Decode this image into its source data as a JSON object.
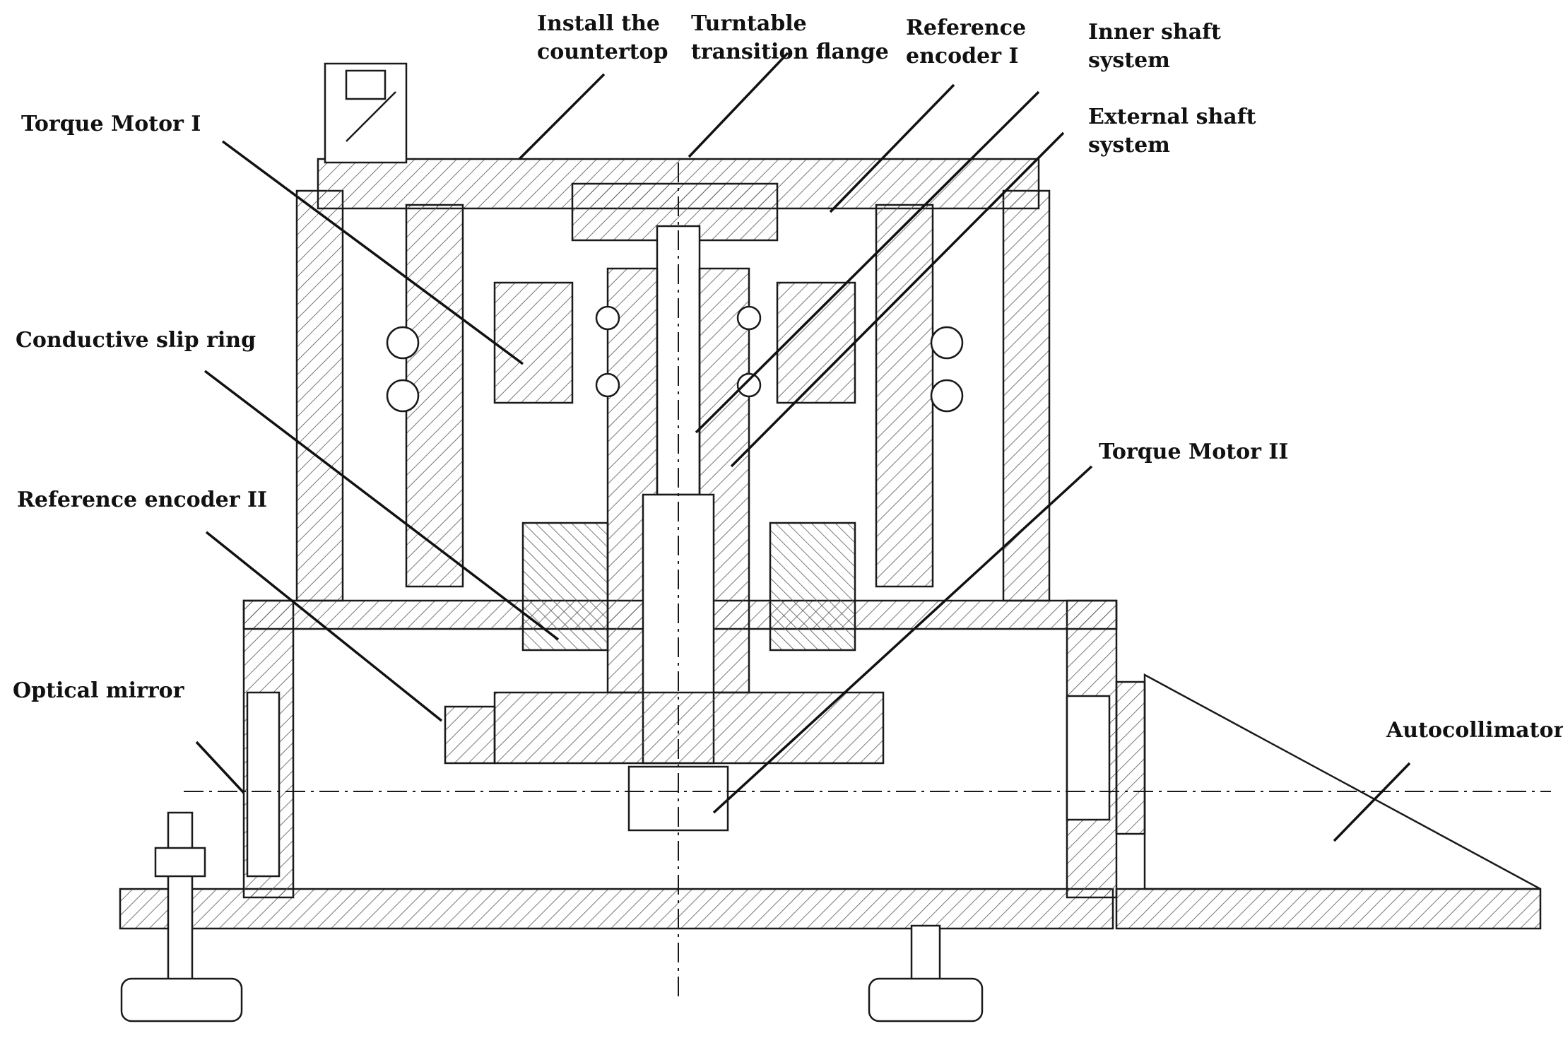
{
  "labels": {
    "install_countertop": [
      "Install the",
      "countertop"
    ],
    "turntable_flange": [
      "Turntable",
      "transition flange"
    ],
    "reference_encoder_1": [
      "Reference",
      "encoder I"
    ],
    "inner_shaft": [
      "Inner shaft",
      "system"
    ],
    "external_shaft": [
      "External shaft",
      "system"
    ],
    "torque_motor_1": "Torque Motor I",
    "conductive_slip_ring": "Conductive slip ring",
    "reference_encoder_2": "Reference encoder II",
    "torque_motor_2": "Torque Motor II",
    "optical_mirror": "Optical mirror",
    "autocollimator": "Autocollimator"
  },
  "colors": {
    "line": "#1a1a1a",
    "hatch": "#555555",
    "background": "#ffffff"
  }
}
